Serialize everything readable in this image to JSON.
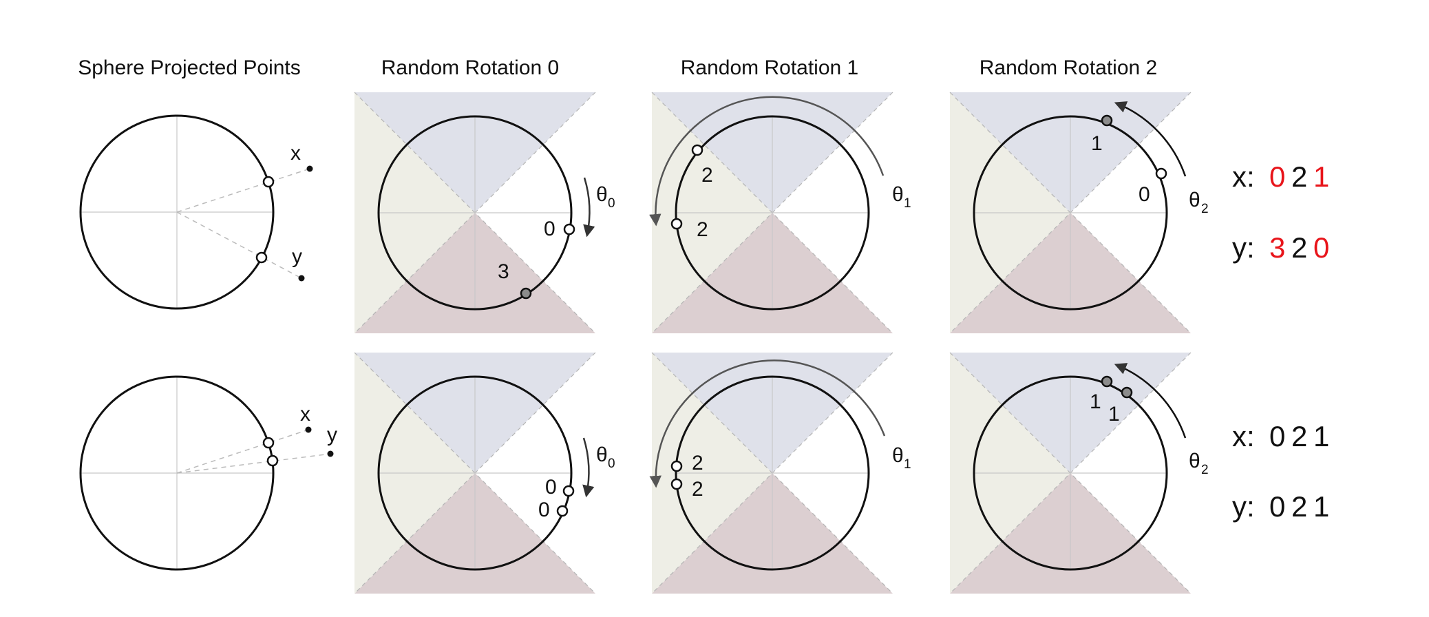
{
  "columns": [
    {
      "title": "Sphere Projected Points"
    },
    {
      "title": "Random Rotation 0"
    },
    {
      "title": "Random Rotation 1"
    },
    {
      "title": "Random Rotation 2"
    }
  ],
  "colors": {
    "top_region": "#dfe1ea",
    "left_region": "#eeeee6",
    "right_region": "#ffffff",
    "bottom_region": "#dccfd1",
    "circle": "#111111",
    "axis": "#c8c8c8",
    "filled_point": "#8c8c8c",
    "highlight_code": "#e8151b"
  },
  "rows": [
    {
      "input": {
        "points": [
          {
            "label": "x"
          },
          {
            "label": "y"
          }
        ]
      },
      "rotations": [
        {
          "theta": "θ",
          "theta_sub": "0",
          "labels": [
            "0",
            "3"
          ]
        },
        {
          "theta": "θ",
          "theta_sub": "1",
          "labels": [
            "2",
            "2"
          ]
        },
        {
          "theta": "θ",
          "theta_sub": "2",
          "labels": [
            "1",
            "0"
          ]
        }
      ],
      "codes": {
        "x": {
          "label": "x:",
          "digits": [
            "0",
            "2",
            "1"
          ],
          "highlight": [
            true,
            false,
            true
          ]
        },
        "y": {
          "label": "y:",
          "digits": [
            "3",
            "2",
            "0"
          ],
          "highlight": [
            true,
            false,
            true
          ]
        }
      }
    },
    {
      "input": {
        "points": [
          {
            "label": "x"
          },
          {
            "label": "y"
          }
        ]
      },
      "rotations": [
        {
          "theta": "θ",
          "theta_sub": "0",
          "labels": [
            "0",
            "0"
          ]
        },
        {
          "theta": "θ",
          "theta_sub": "1",
          "labels": [
            "2",
            "2"
          ]
        },
        {
          "theta": "θ",
          "theta_sub": "2",
          "labels": [
            "1",
            "1"
          ]
        }
      ],
      "codes": {
        "x": {
          "label": "x:",
          "digits": [
            "0",
            "2",
            "1"
          ],
          "highlight": [
            false,
            false,
            false
          ]
        },
        "y": {
          "label": "y:",
          "digits": [
            "0",
            "2",
            "1"
          ],
          "highlight": [
            false,
            false,
            false
          ]
        }
      }
    }
  ]
}
